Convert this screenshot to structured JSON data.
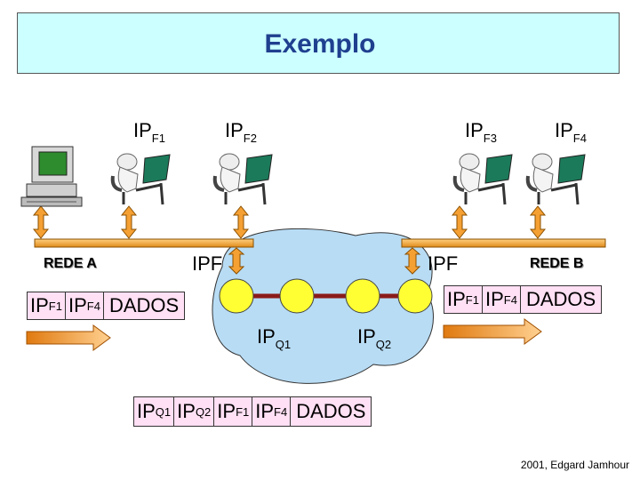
{
  "title": "Exemplo",
  "hosts": {
    "f1": {
      "base": "IP",
      "sub": "F1"
    },
    "f2": {
      "base": "IP",
      "sub": "F2"
    },
    "f3": {
      "base": "IP",
      "sub": "F3"
    },
    "f4": {
      "base": "IP",
      "sub": "F4"
    }
  },
  "networks": {
    "a": "REDE A",
    "b": "REDE B"
  },
  "gateway_labels": {
    "left": "IPF",
    "right": "IPF"
  },
  "routers": {
    "q1": {
      "base": "IP",
      "sub": "Q1"
    },
    "q2": {
      "base": "IP",
      "sub": "Q2"
    }
  },
  "packets": {
    "a": {
      "ip1": {
        "base": "IP",
        "sub": "F1"
      },
      "ip2": {
        "base": "IP",
        "sub": "F4"
      },
      "data": "DADOS"
    },
    "b": {
      "ip1": {
        "base": "IP",
        "sub": "F1"
      },
      "ip2": {
        "base": "IP",
        "sub": "F4"
      },
      "data": "DADOS"
    },
    "tunnel": {
      "q1": {
        "base": "IP",
        "sub": "Q1"
      },
      "q2": {
        "base": "IP",
        "sub": "Q2"
      },
      "ip1": {
        "base": "IP",
        "sub": "F1"
      },
      "ip2": {
        "base": "IP",
        "sub": "F4"
      },
      "data": "DADOS"
    }
  },
  "footer": "2001, Edgard Jamhour",
  "colors": {
    "title_bg": "#ccffff",
    "cloud": "#b8dcf4",
    "router": "#ffff33",
    "router_link": "#8b1a1a",
    "arrow": "#f5a033",
    "packet_bg": "#ffe0f4"
  }
}
